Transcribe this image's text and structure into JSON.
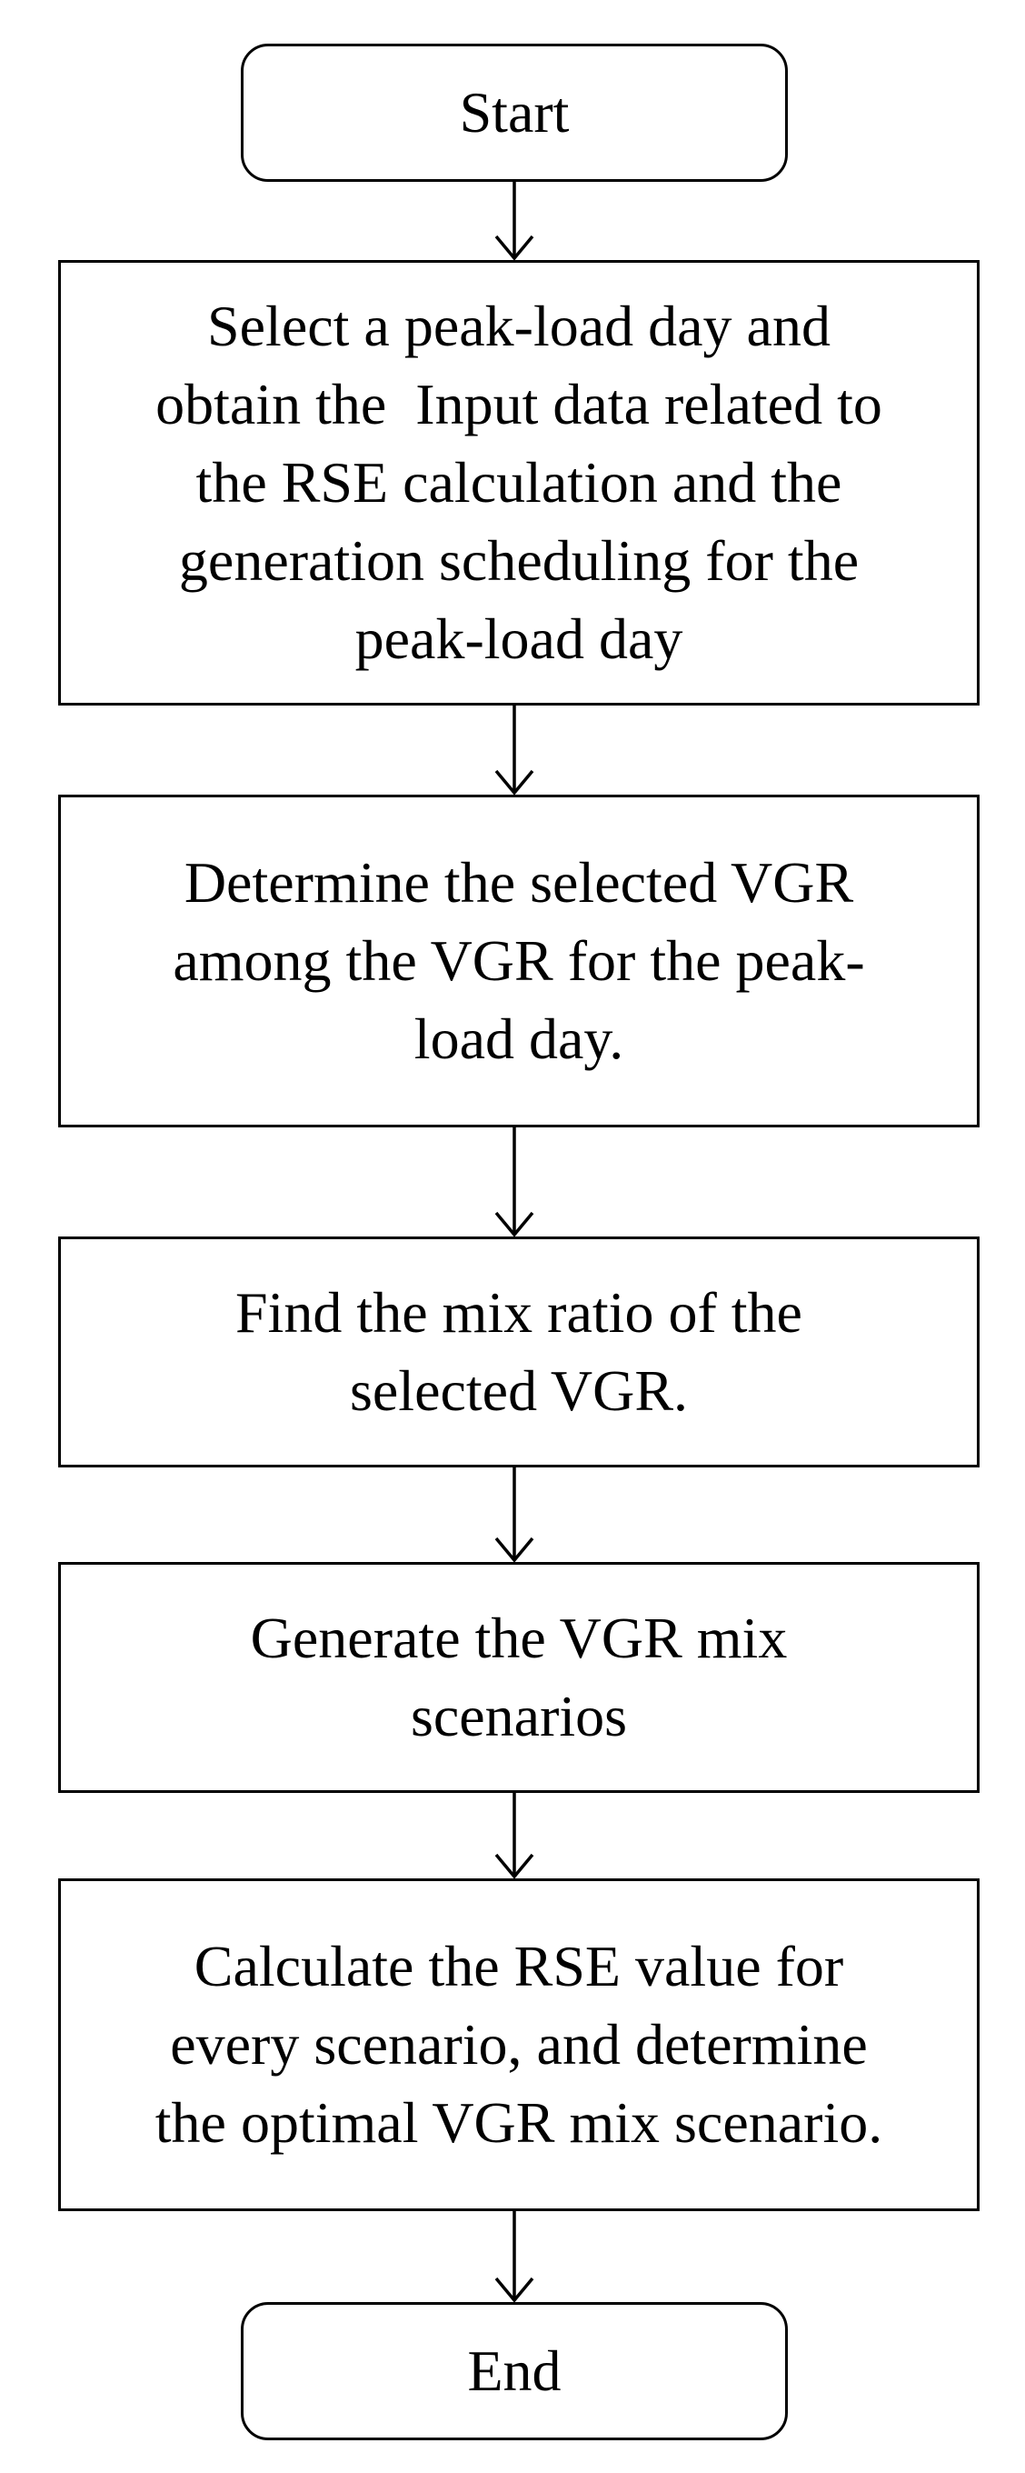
{
  "flowchart": {
    "start": {
      "label": "Start"
    },
    "steps": [
      {
        "lines": [
          "Select a peak-load day and",
          "obtain the  Input data related to",
          "the RSE calculation and the",
          "generation scheduling for the",
          "peak-load day"
        ]
      },
      {
        "lines": [
          "Determine the selected VGR",
          "among the VGR for the peak-",
          "load day."
        ]
      },
      {
        "lines": [
          "Find the mix ratio of the",
          "selected VGR."
        ]
      },
      {
        "lines": [
          "Generate the VGR mix",
          "scenarios"
        ]
      },
      {
        "lines": [
          "Calculate the RSE value for",
          "every scenario, and determine",
          "the optimal VGR mix scenario."
        ]
      }
    ],
    "end": {
      "label": "End"
    }
  }
}
